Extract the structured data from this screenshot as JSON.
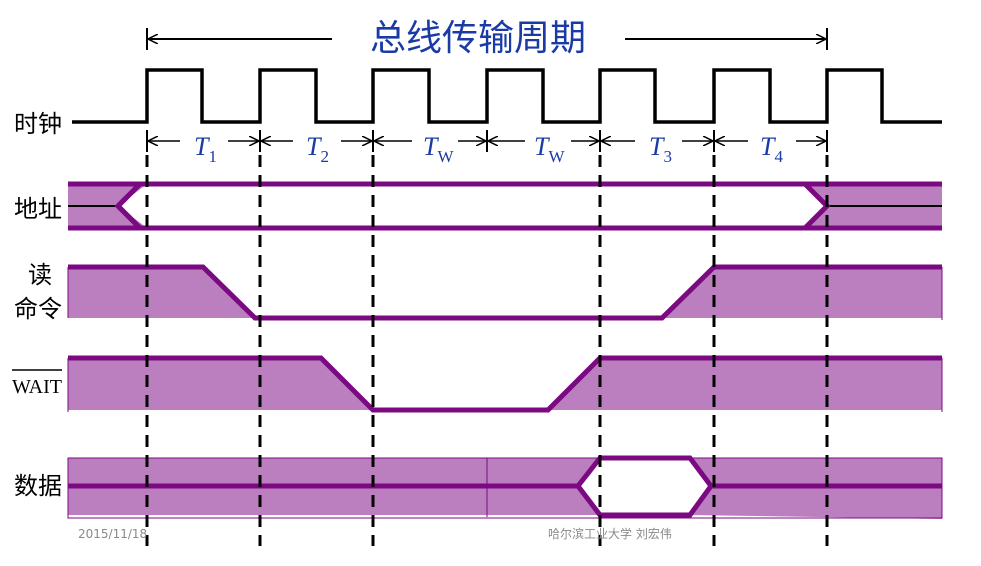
{
  "title": "总线传输周期",
  "signals": {
    "clock": "时钟",
    "address": "地址",
    "read_line1": "读",
    "read_line2": "命令",
    "wait": "WAIT",
    "data": "数据"
  },
  "periods": [
    {
      "main": "T",
      "sub": "1"
    },
    {
      "main": "T",
      "sub": "2"
    },
    {
      "main": "T",
      "sub": "W"
    },
    {
      "main": "T",
      "sub": "W"
    },
    {
      "main": "T",
      "sub": "3"
    },
    {
      "main": "T",
      "sub": "4"
    }
  ],
  "footer": {
    "date": "2015/11/18",
    "author": "哈尔滨工业大学  刘宏伟"
  },
  "colors": {
    "signal": "#7b0a82",
    "fill": "#bb7ebe",
    "title": "#1a3aa6"
  }
}
